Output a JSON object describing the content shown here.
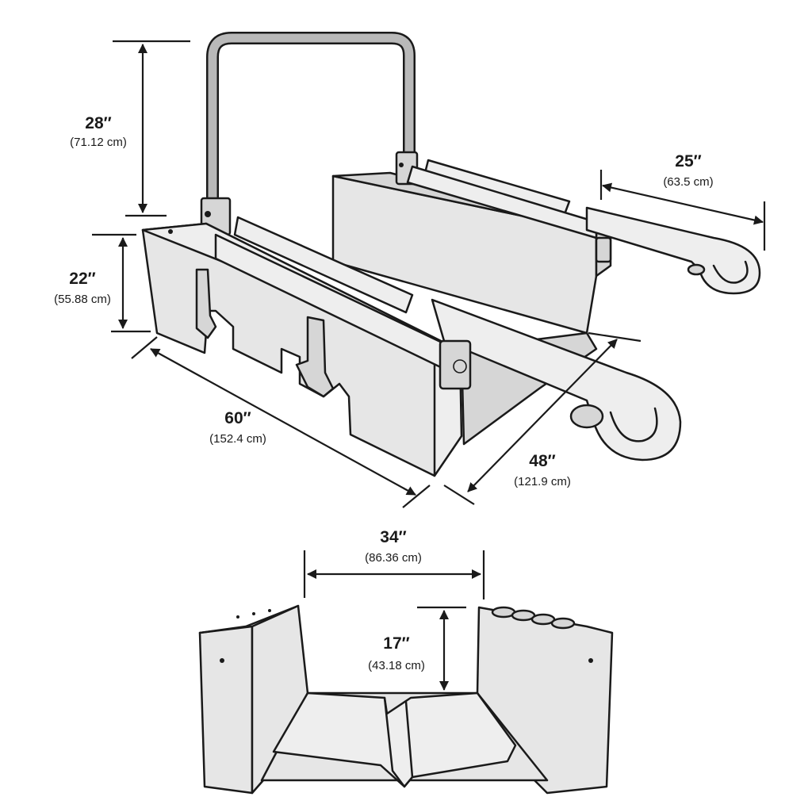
{
  "dimensions": [
    {
      "id": "handle-height",
      "main": "28″",
      "sub": "(71.12 cm)"
    },
    {
      "id": "armrest-length",
      "main": "25″",
      "sub": "(63.5 cm)"
    },
    {
      "id": "seat-height",
      "main": "22″",
      "sub": "(55.88 cm)"
    },
    {
      "id": "overall-length",
      "main": "60″",
      "sub": "(152.4 cm)"
    },
    {
      "id": "overall-width",
      "main": "48″",
      "sub": "(121.9 cm)"
    },
    {
      "id": "inner-width",
      "main": "34″",
      "sub": "(86.36 cm)"
    },
    {
      "id": "inner-depth",
      "main": "17″",
      "sub": "(43.18 cm)"
    }
  ]
}
